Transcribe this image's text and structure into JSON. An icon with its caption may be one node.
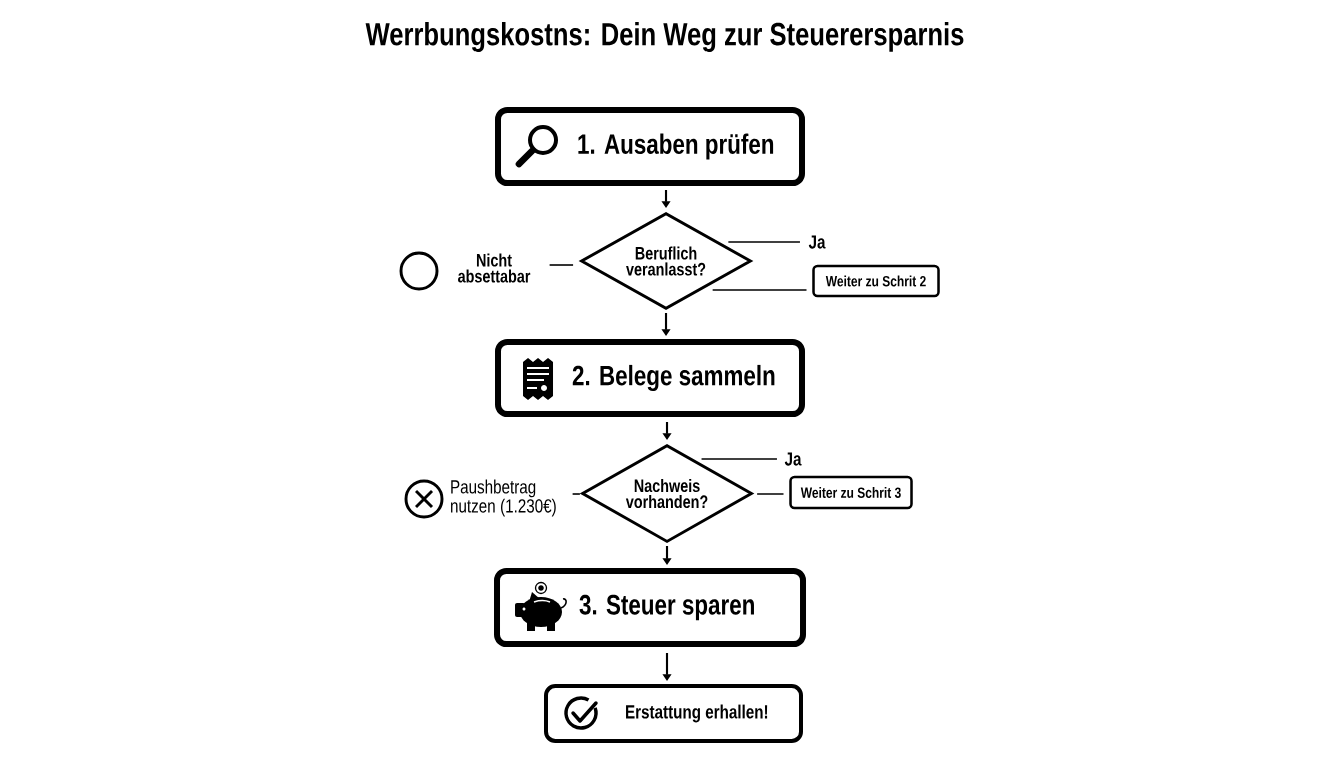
{
  "diagram": {
    "title": "Werrbungskostns: Dein Weg zur Steuerersparnis",
    "nodes": [
      {
        "text": [
          "1. Ausaben prüfen"
        ]
      },
      {
        "text": [
          "Nicht absettabar"
        ]
      },
      {
        "text": [
          "Beruflich veranlasst?"
        ]
      },
      {
        "text": [
          "Ja"
        ]
      },
      {
        "text": [
          "Weiter zu Schrit 2"
        ]
      },
      {
        "text": [
          "2. Belege sammeln"
        ]
      },
      {
        "text": [
          "Paushbetrag nutzen (1.230€)"
        ]
      },
      {
        "text": [
          "Nachweis vorhanden?"
        ]
      },
      {
        "text": [
          "Ja"
        ]
      },
      {
        "text": [
          "Weiter zu Schrit 3"
        ]
      },
      {
        "text": [
          "3. Steuer sparen"
        ]
      },
      {
        "text": [
          "Erstattung erhallen!"
        ]
      }
    ],
    "edges": [
      {
        "from": 0,
        "to": 2,
        "arrow": "to"
      },
      {
        "from": 2,
        "to": 1,
        "arrow": "none"
      },
      {
        "from": 2,
        "to": 3,
        "arrow": "none"
      },
      {
        "from": 2,
        "to": 4,
        "arrow": "none"
      },
      {
        "from": 2,
        "to": 5,
        "arrow": "to"
      },
      {
        "from": 5,
        "to": 7,
        "arrow": "to"
      },
      {
        "from": 7,
        "to": 6,
        "arrow": "none"
      },
      {
        "from": 7,
        "to": 8,
        "arrow": "none"
      },
      {
        "from": 7,
        "to": 9,
        "arrow": "none"
      },
      {
        "from": 7,
        "to": 10,
        "arrow": "to"
      },
      {
        "from": 10,
        "to": 11,
        "arrow": "to"
      }
    ]
  }
}
